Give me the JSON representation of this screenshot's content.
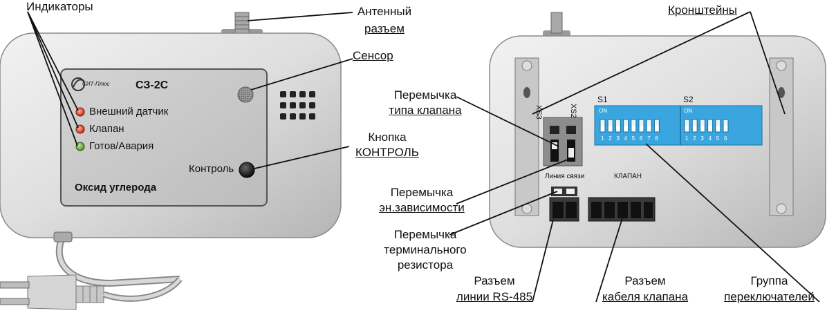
{
  "device_front": {
    "brand": "СИТ-Плюс",
    "model": "СЗ-2С",
    "gas": "Оксид углерода",
    "indicators": [
      {
        "label": "Внешний датчик",
        "color": "#d8321e"
      },
      {
        "label": "Клапан",
        "color": "#d8321e"
      },
      {
        "label": "Готов/Авария",
        "color": "#5e9c2e"
      }
    ],
    "button_label": "Контроль"
  },
  "device_back": {
    "jumper_xs3": "XS3",
    "jumper_xs2": "XS2",
    "s1": "S1",
    "s2": "S2",
    "switch_on": "ON",
    "s1_numbers": [
      "1",
      "2",
      "3",
      "4",
      "5",
      "6",
      "7",
      "8"
    ],
    "s2_numbers": [
      "1",
      "2",
      "3",
      "4",
      "5",
      "6"
    ],
    "line_label": "Линия связи",
    "valve_label": "КЛАПАН"
  },
  "callouts": {
    "indicators": "Индикаторы",
    "antenna_1": "Антенный",
    "antenna_2": "разъем",
    "sensor": "Сенсор",
    "button_1": "Кнопка",
    "button_2": "КОНТРОЛЬ",
    "brackets": "Кронштейны",
    "jumper_valve_1": "Перемычка",
    "jumper_valve_2": "типа клапана",
    "jumper_power_1": "Перемычка",
    "jumper_power_2": "эн.зависимости",
    "jumper_term_1": "Перемычка",
    "jumper_term_2": "терминального",
    "jumper_term_3": "резистора",
    "rs485_1": "Разъем",
    "rs485_2": "линии RS-485",
    "valve_cable_1": "Разъем",
    "valve_cable_2": "кабеля клапана",
    "switch_group_1": "Группа",
    "switch_group_2": "переключателей"
  },
  "colors": {
    "body": "#e2e2e2",
    "panel": "#c9c9c9",
    "switch_block": "#3aa6e0"
  }
}
